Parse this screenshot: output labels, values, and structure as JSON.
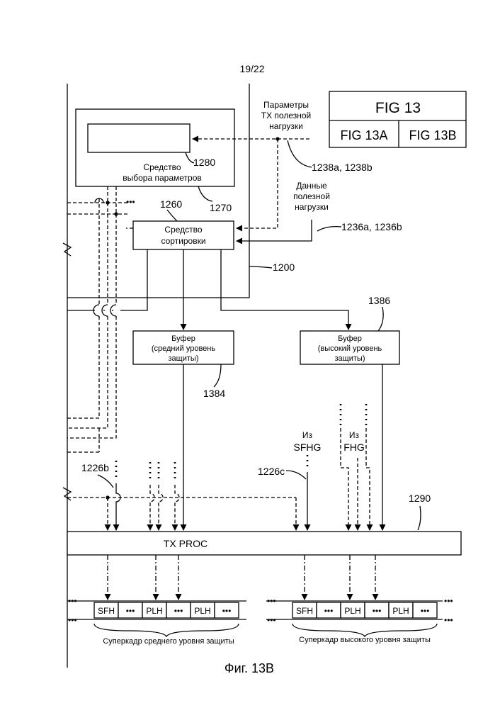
{
  "page_number": "19/22",
  "fig_index": {
    "title": "FIG 13",
    "left": "FIG 13A",
    "right": "FIG 13B"
  },
  "blocks": {
    "param_label": [
      "Параметры",
      "TX полезной",
      "нагрузки"
    ],
    "param_ref": "1238a, 1238b",
    "data_label": [
      "Данные",
      "полезной",
      "нагрузки"
    ],
    "data_ref": "1236a, 1236b",
    "selector_ref_inner": "1280",
    "selector_label": [
      "Средство",
      "выбора параметров"
    ],
    "selector_ref": "1270",
    "sorter_ref": "1260",
    "sorter_label": [
      "Средство",
      "сортировки"
    ],
    "unit_ref": "1200",
    "buffer_mid": {
      "lines": [
        "Буфер",
        "(средний уровень",
        "защиты)"
      ],
      "ref": "1384"
    },
    "buffer_high": {
      "lines": [
        "Буфер",
        "(высокий уровень",
        "защиты)"
      ],
      "ref": "1386"
    },
    "from_sfhg": [
      "Из",
      "SFHG"
    ],
    "from_fhg": [
      "Из",
      "FHG"
    ],
    "ref_1226b": "1226b",
    "ref_1226c": "1226c",
    "ref_1290": "1290",
    "tx_proc": "TX PROC"
  },
  "superframes": {
    "cells": [
      "SFH",
      "•••",
      "PLH",
      "•••",
      "PLH",
      "•••"
    ],
    "mid_label": "Суперкадр среднего уровня защиты",
    "high_label": "Суперкадр высокого уровня защиты",
    "ellipsis": "•••"
  },
  "caption": "Фиг. 13B"
}
